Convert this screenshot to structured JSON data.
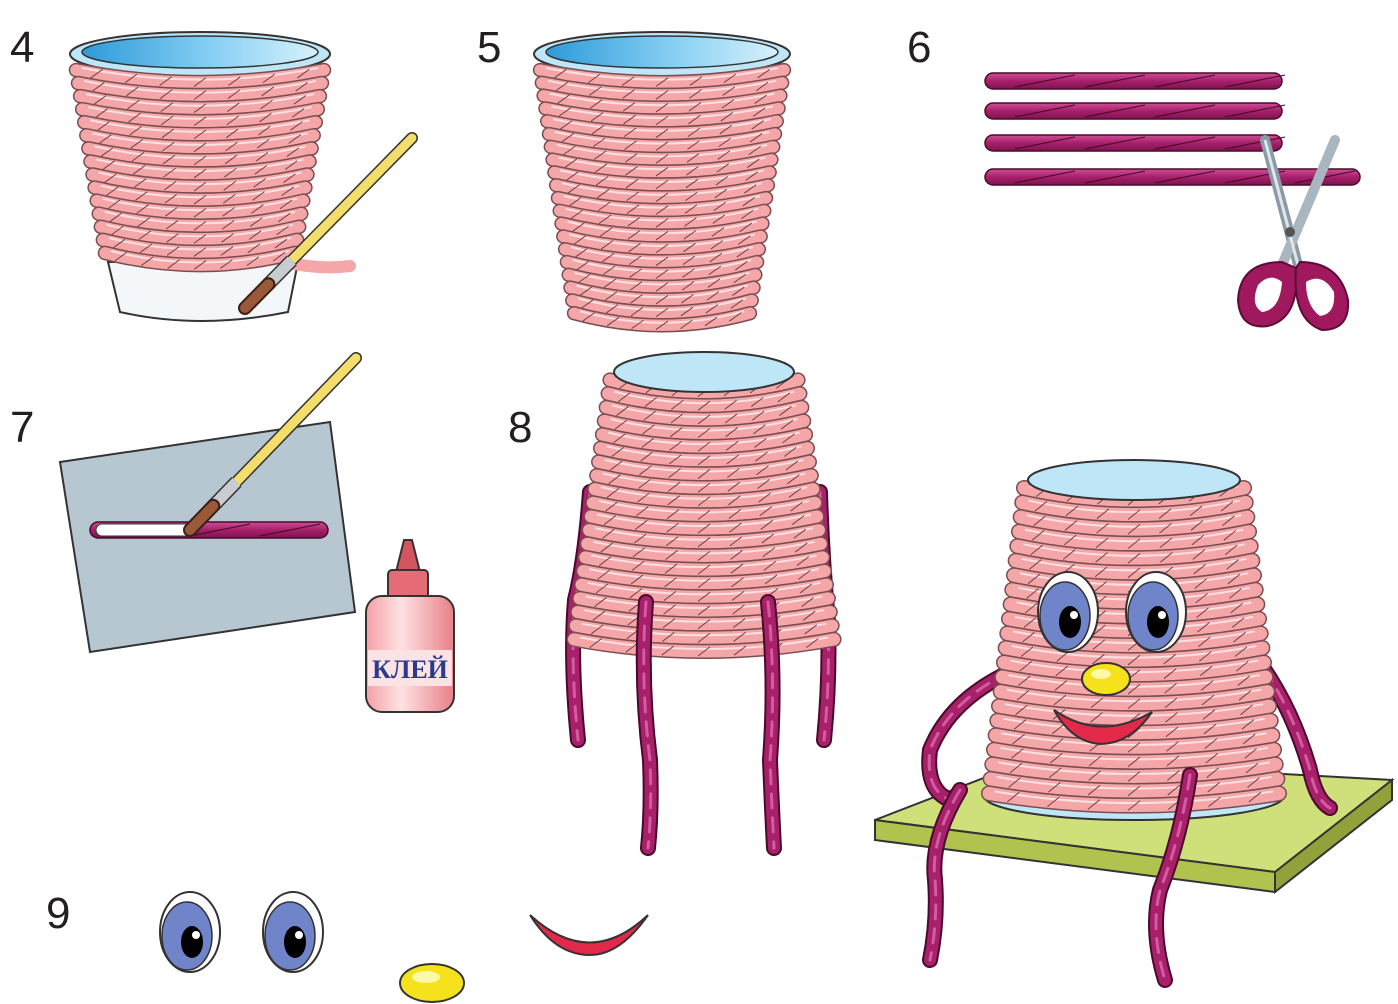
{
  "steps": {
    "s4": "4",
    "s5": "5",
    "s6": "6",
    "s7": "7",
    "s8": "8",
    "s9": "9"
  },
  "glue_bottle": {
    "label": "КЛЕЙ"
  },
  "colors": {
    "cord_pink": "#f4a6a8",
    "cord_dark": "#c98085",
    "stick_magenta": "#a8206a",
    "cup_inner_blue": "#56b6e6",
    "paper_grey": "#b7c7d2",
    "board_lime": "#cfe07a",
    "eye_blue": "#6f84c9",
    "nose_yellow": "#f5e11c",
    "mouth_red": "#e3294a"
  },
  "icons": [
    "cup-icon",
    "paintbrush-icon",
    "scissors-icon",
    "glue-bottle-icon",
    "eye-icon",
    "nose-icon",
    "mouth-icon"
  ]
}
